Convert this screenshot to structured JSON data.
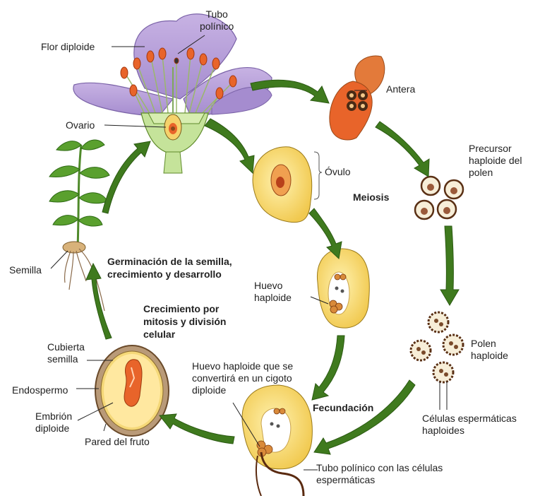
{
  "labels": {
    "tubo_polinico": "Tubo\npolínico",
    "flor_diploide": "Flor diploide",
    "ovario": "Ovario",
    "antera": "Antera",
    "ovulo": "Óvulo",
    "meiosis": "Meiosis",
    "precursor": "Precursor\nhaploide del\npolen",
    "huevo_haploide": "Huevo\nhaploide",
    "polen_haploide": "Polen\nhaploide",
    "semilla": "Semilla",
    "germinacion": "Germinación de la semilla,\ncrecimiento y desarrollo",
    "crecimiento": "Crecimiento por\nmitosis y división\ncelular",
    "cubierta": "Cubierta\nsemilla",
    "endospermo": "Endospermo",
    "embrion": "Embrión\ndiploide",
    "pared": "Pared del fruto",
    "huevo_cigoto": "Huevo haploide que se\nconvertirá en un cigoto\ndiploide",
    "fecundacion": "Fecundación",
    "celulas": "Células espermáticas\nhaploides",
    "tubo_celulas": "Tubo polínico con las células\nespermáticas"
  },
  "colors": {
    "arrow": "#3f7a1e",
    "petal": "#b9a2d8",
    "stamen": "#e8642a",
    "ovule": "#f6d56c",
    "leaf": "#4f9a2a",
    "stem": "#b8d98a",
    "pollen": "#a0522d",
    "seed_coat": "#a88866"
  }
}
